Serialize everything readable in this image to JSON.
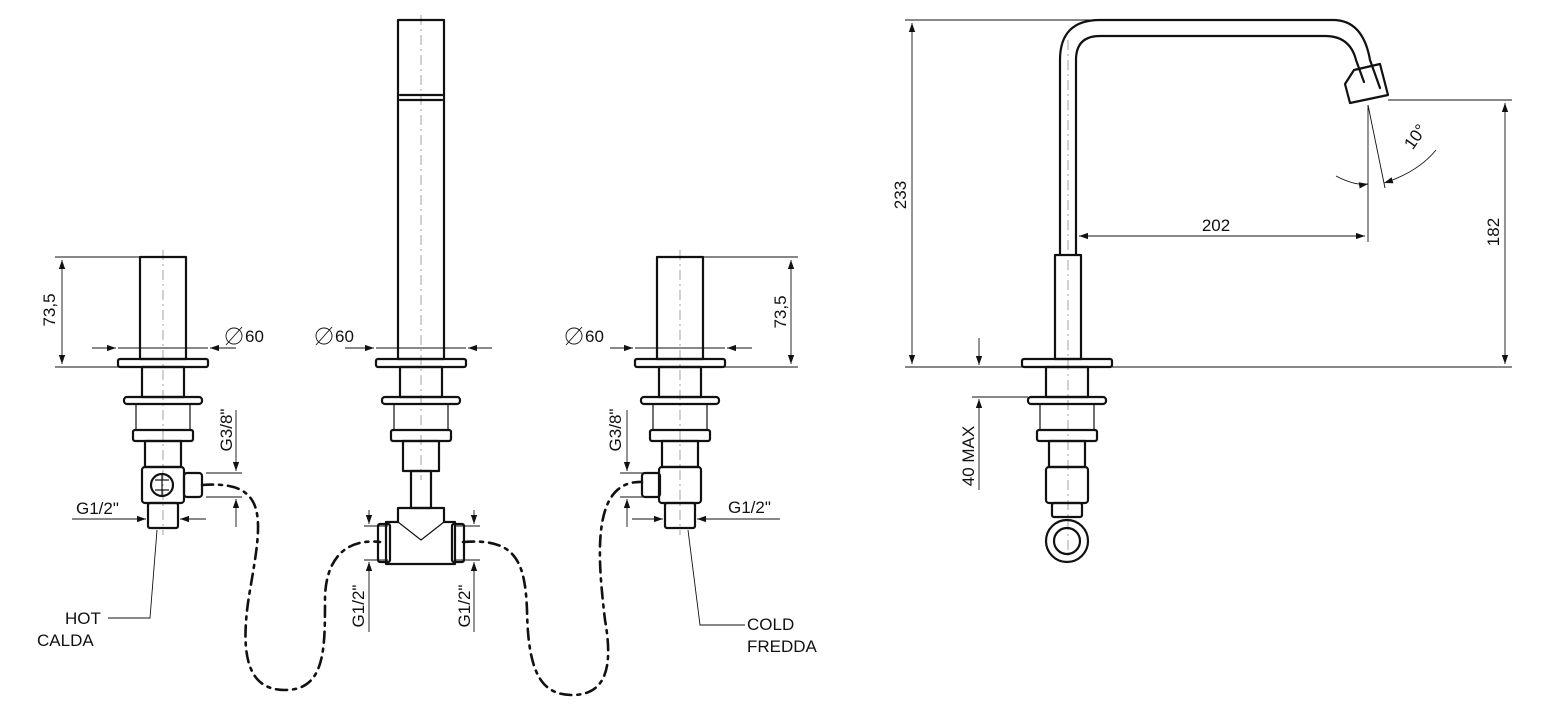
{
  "drawing": {
    "left_valve": {
      "height_dim": "73,5",
      "diameter_dim": "60",
      "thread_top": "G3/8\"",
      "thread_bottom": "G1/2\"",
      "label_en": "HOT",
      "label_it": "CALDA"
    },
    "center_spout": {
      "diameter_dim": "60",
      "thread_left": "G1/2\"",
      "thread_right": "G1/2\""
    },
    "right_valve": {
      "height_dim": "73,5",
      "diameter_dim": "60",
      "thread_top": "G3/8\"",
      "thread_bottom": "G1/2\"",
      "label_en": "COLD",
      "label_it": "FREDDA"
    },
    "side_view": {
      "total_height": "233",
      "outlet_height": "182",
      "reach": "202",
      "angle": "10°",
      "max_deck": "40 MAX"
    }
  }
}
